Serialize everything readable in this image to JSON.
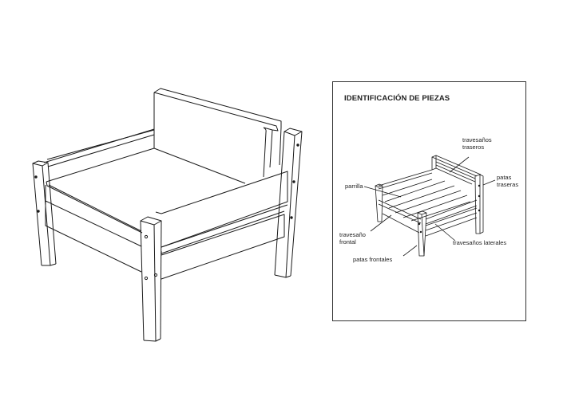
{
  "panel": {
    "title": "IDENTIFICACIÓN DE PIEZAS",
    "labels": {
      "travesanos_traseros": "travesaños\ntraseros",
      "patas_traseras": "patas\ntraseras",
      "parrilla": "parrilla",
      "travesano_frontal": "travesaño\nfrontal",
      "travesanos_laterales": "travesaños laterales",
      "patas_frontales": "patas frontales"
    }
  },
  "colors": {
    "line": "#1a1a1a",
    "background": "#ffffff",
    "border": "#333333"
  }
}
